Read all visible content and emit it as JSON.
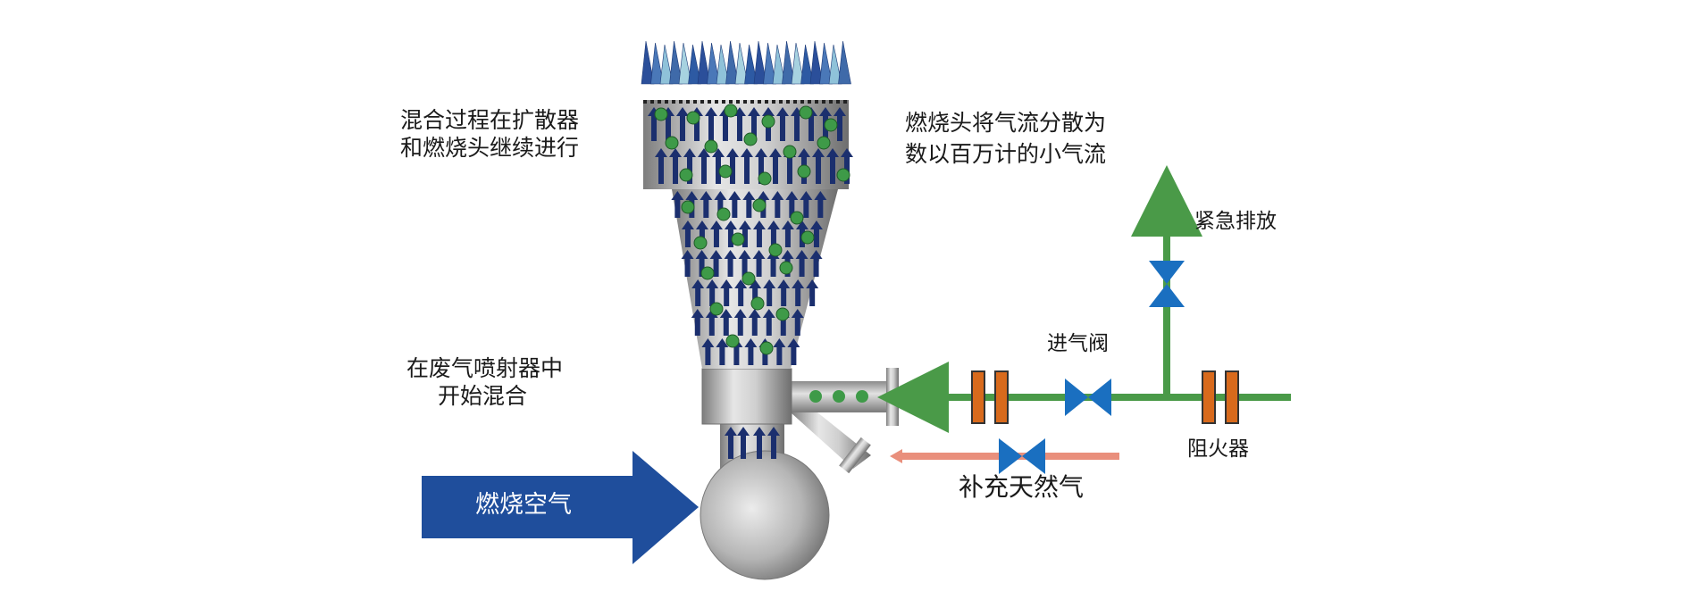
{
  "labels": {
    "mixing_diffuser_line1": "混合过程在扩散器",
    "mixing_diffuser_line2": "和燃烧头继续进行",
    "burner_head_line1": "燃烧头将气流分散为",
    "burner_head_line2": "数以百万计的小气流",
    "emergency_vent": "紧急排放",
    "inlet_valve": "进气阀",
    "eductor_mix_line1": "在废气喷射器中",
    "eductor_mix_line2": "开始混合",
    "flame_arrester": "阻火器",
    "supplemental_gas": "补充天然气",
    "combustion_air": "燃烧空气"
  },
  "colors": {
    "green_line": "#4a9a48",
    "salmon_line": "#e98f7c",
    "valve_blue": "#1a6fc0",
    "arrester_orange": "#d86a1c",
    "air_arrow_blue": "#1f4e9c",
    "steel": "#b8b8b8",
    "bubble_green": "#3e9a48",
    "flow_arrow_navy": "#1b2f6e"
  }
}
